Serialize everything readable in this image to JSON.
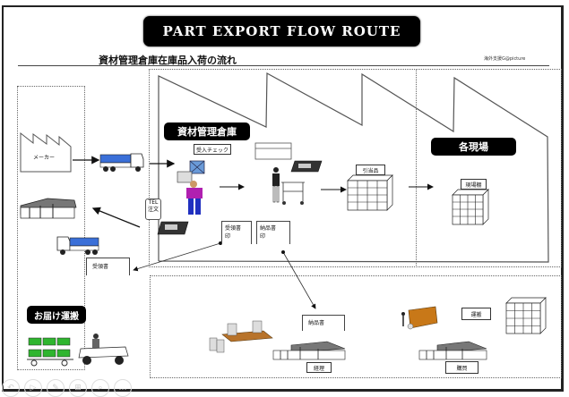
{
  "header": {
    "title": "PART EXPORT FLOW ROUTE",
    "subtitle": "資材管理倉庫在庫品入荷の流れ",
    "credit": "海外支援G@picture"
  },
  "zones": {
    "warehouse": "資材管理倉庫",
    "sites": "各現場",
    "delivery": "お届け運搬"
  },
  "labels": {
    "maker": "メーカー",
    "inspection": "受入チェック",
    "picking": "引当品",
    "site_shelf": "現場棚",
    "tel_order_1": "TEL",
    "tel_order_2": "注文",
    "receipt_doc": "受領書",
    "receipt_doc_stamp_title": "受領書",
    "receipt_doc_stamp_mark": "印",
    "delivery_doc_title": "納品書",
    "delivery_doc_mark": "印",
    "delivery_note": "納品書",
    "accounting": "経理",
    "transport": "運搬",
    "materials": "購買"
  },
  "toolbar": {
    "icons": [
      "undo-icon",
      "pointer-icon",
      "pen-icon",
      "grid-icon",
      "zoom-icon",
      "more-icon"
    ],
    "glyphs": [
      "↶",
      "▷",
      "✎",
      "⊞",
      "⌕",
      "…"
    ]
  },
  "colors": {
    "truck_cargo": "#3a6fd8",
    "cart_crates": "#2fb52f",
    "worker_shirt": "#b020b0",
    "worker_pants": "#2030c0",
    "box": "#6a9ad8",
    "desk": "#b8732a",
    "cabinet": "#c87818"
  }
}
